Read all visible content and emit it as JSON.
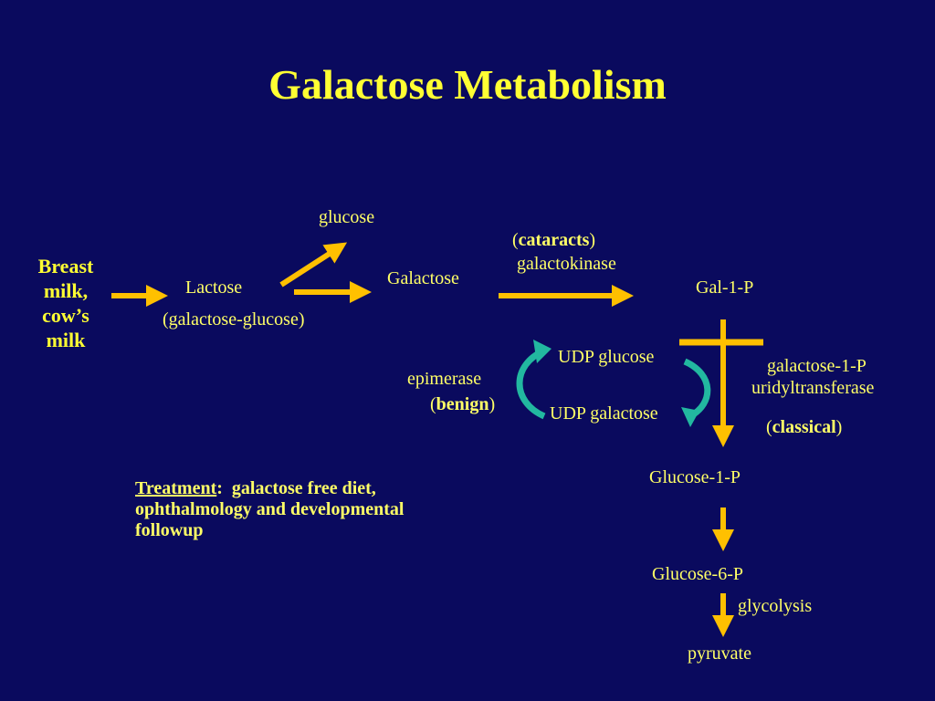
{
  "title": "Galactose Metabolism",
  "source": {
    "lines": [
      "Breast",
      "milk,",
      "cow’s",
      "milk"
    ]
  },
  "nodes": {
    "lactose": "Lactose",
    "lactose_composition": "(galactose-glucose)",
    "glucose": "glucose",
    "galactose": "Galactose",
    "gal1p": "Gal-1-P",
    "udp_glucose": "UDP glucose",
    "udp_galactose": "UDP galactose",
    "glucose1p": "Glucose-1-P",
    "glucose6p": "Glucose-6-P",
    "pyruvate": "pyruvate"
  },
  "enzymes": {
    "galactokinase": "galactokinase",
    "galactokinase_deficiency": "cataracts",
    "epimerase": "epimerase",
    "epimerase_deficiency": "benign",
    "transferase_line1": "galactose-1-P",
    "transferase_line2": "uridyltransferase",
    "transferase_deficiency": "classical",
    "glycolysis": "glycolysis"
  },
  "treatment": {
    "label": "Treatment",
    "text": "galactose free diet, ophthalmology and developmental followup"
  },
  "colors": {
    "background": "#0a0a5e",
    "text": "#ffff66",
    "arrow": "#ffc000",
    "cycle_arrow": "#22b8a0"
  }
}
